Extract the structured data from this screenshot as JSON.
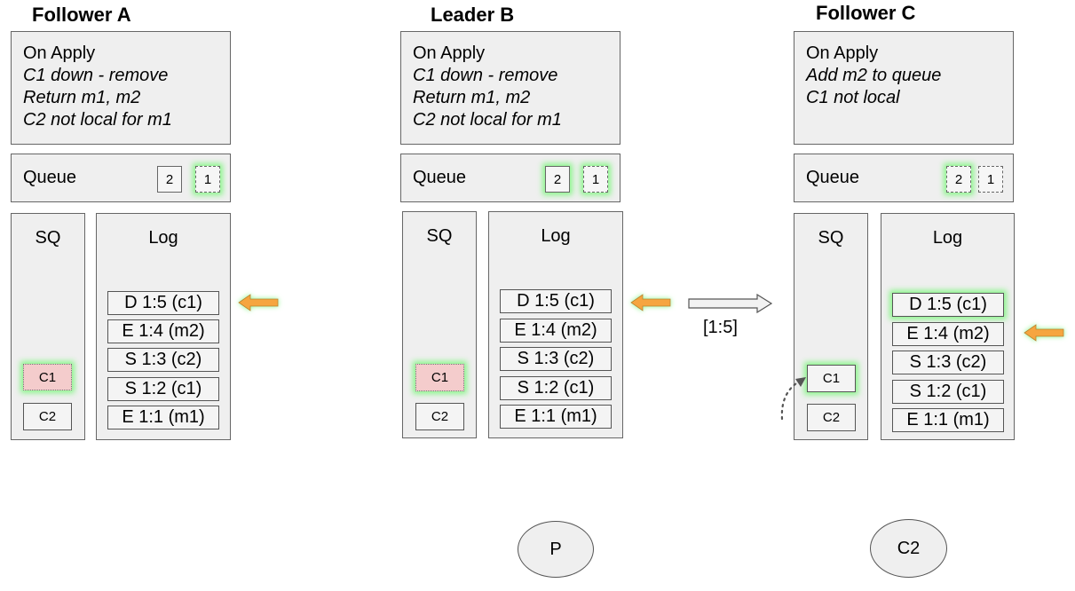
{
  "nodes": [
    {
      "title": "Follower A",
      "apply": [
        "On Apply",
        "C1 down - remove",
        "Return m1, m2",
        "C2 not local for m1"
      ],
      "queue_label": "Queue",
      "queue": [
        "2",
        "1"
      ],
      "sq_label": "SQ",
      "sq": [
        "C1",
        "C2"
      ],
      "log_label": "Log",
      "log": [
        "D 1:5 (c1)",
        "E 1:4 (m2)",
        "S 1:3 (c2)",
        "S 1:2 (c1)",
        "E 1:1 (m1)"
      ]
    },
    {
      "title": "Leader B",
      "apply": [
        "On Apply",
        "C1 down - remove",
        "Return m1, m2",
        "C2 not local for m1"
      ],
      "queue_label": "Queue",
      "queue": [
        "2",
        "1"
      ],
      "sq_label": "SQ",
      "sq": [
        "C1",
        "C2"
      ],
      "log_label": "Log",
      "log": [
        "D 1:5 (c1)",
        "E 1:4 (m2)",
        "S 1:3 (c2)",
        "S 1:2 (c1)",
        "E 1:1 (m1)"
      ]
    },
    {
      "title": "Follower C",
      "apply": [
        "On Apply",
        "Add m2 to queue",
        "C1 not local"
      ],
      "queue_label": "Queue",
      "queue": [
        "2",
        "1"
      ],
      "sq_label": "SQ",
      "sq": [
        "C1",
        "C2"
      ],
      "log_label": "Log",
      "log": [
        "D 1:5 (c1)",
        "E 1:4 (m2)",
        "S 1:3 (c2)",
        "S 1:2 (c1)",
        "E 1:1 (m1)"
      ]
    }
  ],
  "replication_range": "[1:5]",
  "processes": [
    "P",
    "C2"
  ],
  "colors": {
    "panel": "#efefef",
    "glow": "#8df58d",
    "pointer": "#f6a540",
    "pink": "#f4cccc"
  },
  "icons": [
    "orange-left-arrow-icon",
    "replication-arrow-icon",
    "dotted-curved-arrow-icon"
  ]
}
